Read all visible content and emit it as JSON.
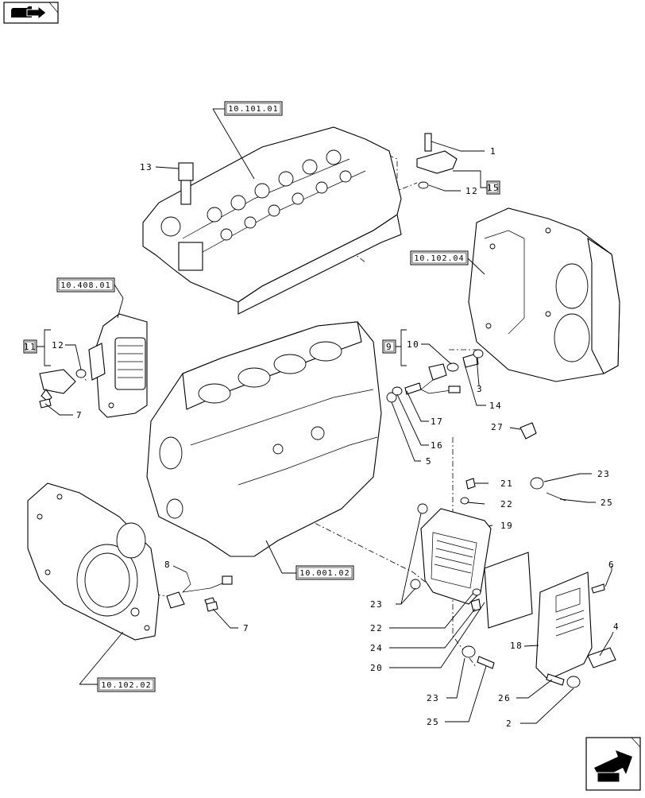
{
  "diagram": {
    "reference_boxes": [
      {
        "id": "engine-head-ref",
        "text": "10.101.01"
      },
      {
        "id": "flywheel-housing-ref",
        "text": "10.102.04"
      },
      {
        "id": "oil-cooler-ref",
        "text": "10.408.01"
      },
      {
        "id": "engine-block-ref",
        "text": "10.001.02"
      },
      {
        "id": "front-cover-ref",
        "text": "10.102.02"
      }
    ],
    "kit_boxes": [
      {
        "id": "kit-15",
        "text": "15"
      },
      {
        "id": "kit-11",
        "text": "11"
      },
      {
        "id": "kit-9",
        "text": "9"
      }
    ],
    "callouts": [
      {
        "id": "c1",
        "text": "1"
      },
      {
        "id": "c12a",
        "text": "12"
      },
      {
        "id": "c13",
        "text": "13"
      },
      {
        "id": "c12b",
        "text": "12"
      },
      {
        "id": "c7a",
        "text": "7"
      },
      {
        "id": "c10",
        "text": "10"
      },
      {
        "id": "c3",
        "text": "3"
      },
      {
        "id": "c14",
        "text": "14"
      },
      {
        "id": "c17",
        "text": "17"
      },
      {
        "id": "c16",
        "text": "16"
      },
      {
        "id": "c5",
        "text": "5"
      },
      {
        "id": "c27",
        "text": "27"
      },
      {
        "id": "c23a",
        "text": "23"
      },
      {
        "id": "c21",
        "text": "21"
      },
      {
        "id": "c25a",
        "text": "25"
      },
      {
        "id": "c22a",
        "text": "22"
      },
      {
        "id": "c19",
        "text": "19"
      },
      {
        "id": "c8",
        "text": "8"
      },
      {
        "id": "c7b",
        "text": "7"
      },
      {
        "id": "c6",
        "text": "6"
      },
      {
        "id": "c23b",
        "text": "23"
      },
      {
        "id": "c22b",
        "text": "22"
      },
      {
        "id": "c24",
        "text": "24"
      },
      {
        "id": "c20",
        "text": "20"
      },
      {
        "id": "c4",
        "text": "4"
      },
      {
        "id": "c18",
        "text": "18"
      },
      {
        "id": "c23c",
        "text": "23"
      },
      {
        "id": "c26",
        "text": "26"
      },
      {
        "id": "c25b",
        "text": "25"
      },
      {
        "id": "c2",
        "text": "2"
      }
    ],
    "icons": {
      "top_left": "book-with-arrow-icon",
      "bottom_right": "next-page-arrow-icon"
    }
  }
}
